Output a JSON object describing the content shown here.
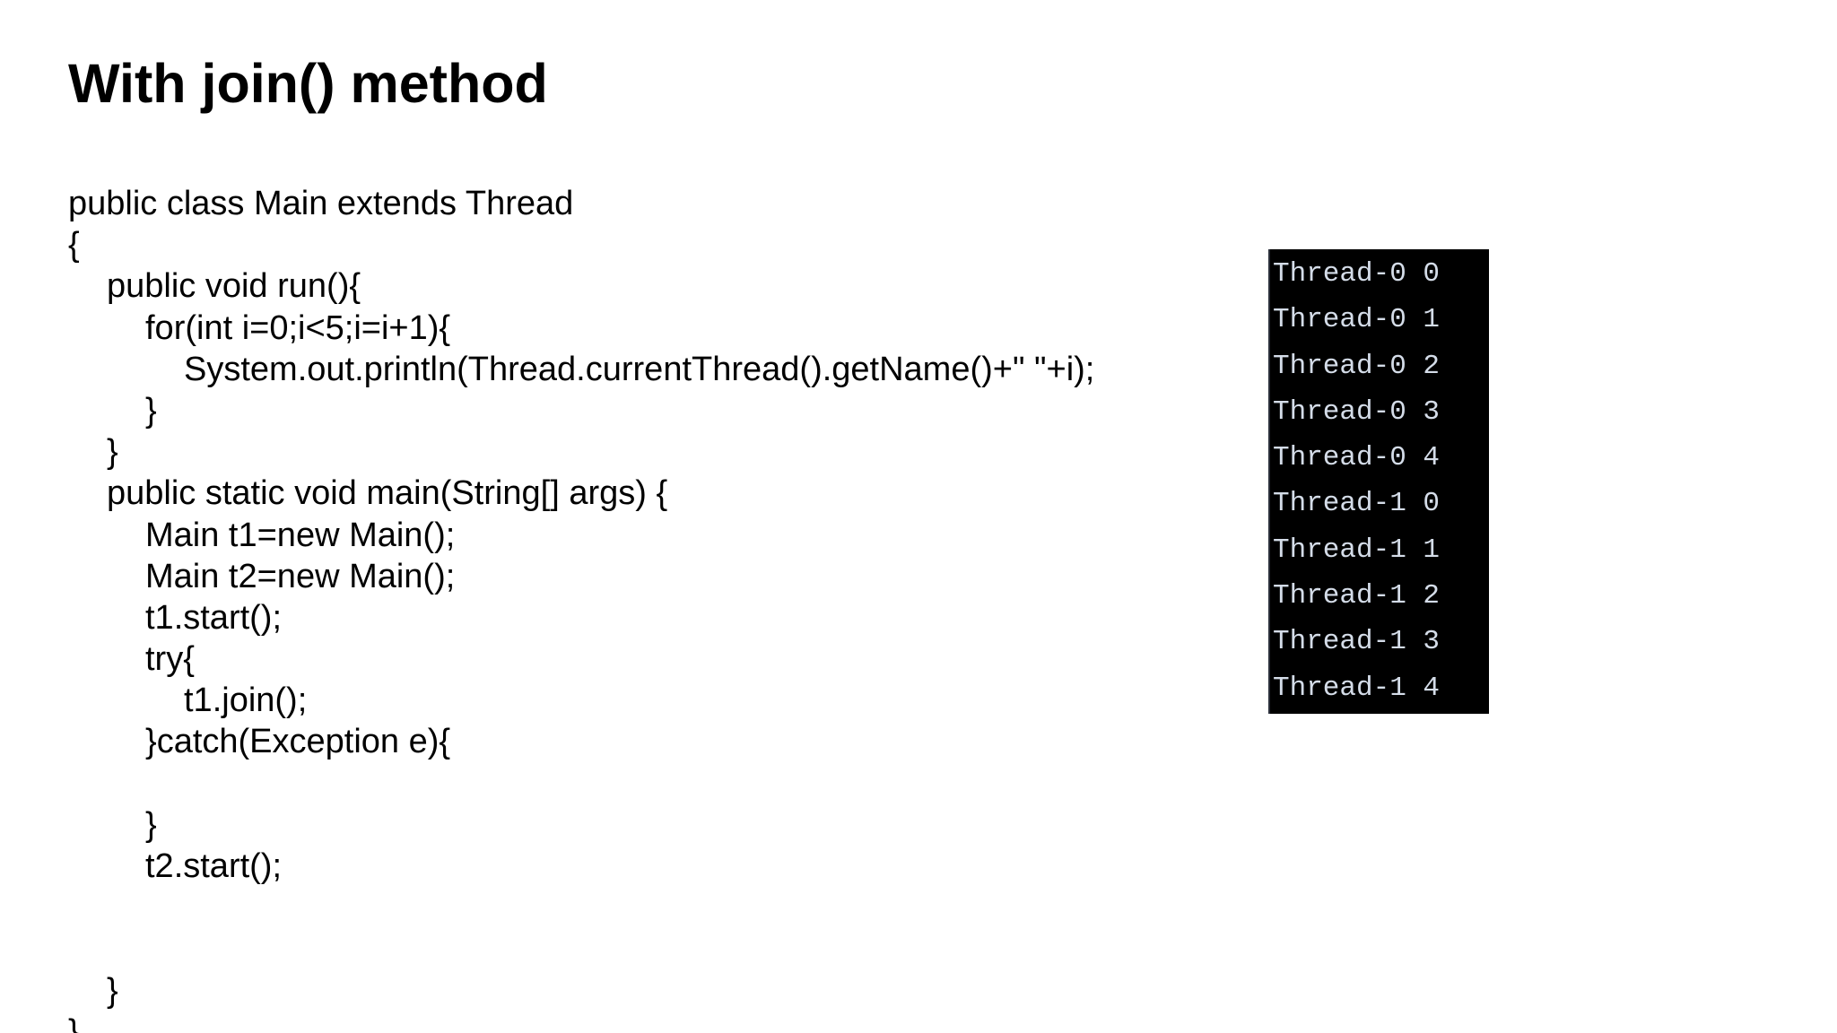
{
  "slide": {
    "title": "With join() method"
  },
  "code": {
    "lines": [
      {
        "text": "public class Main extends Thread",
        "indent": 0
      },
      {
        "text": "{",
        "indent": 0
      },
      {
        "text": "public void run(){",
        "indent": 1
      },
      {
        "text": "for(int i=0;i<5;i=i+1){",
        "indent": 2
      },
      {
        "text": "System.out.println(Thread.currentThread().getName()+\" \"+i);",
        "indent": 3
      },
      {
        "text": "}",
        "indent": 2
      },
      {
        "text": "}",
        "indent": 1
      },
      {
        "text": "public static void main(String[] args) {",
        "indent": 1
      },
      {
        "text": "Main t1=new Main();",
        "indent": 2
      },
      {
        "text": "Main t2=new Main();",
        "indent": 2
      },
      {
        "text": "t1.start();",
        "indent": 2
      },
      {
        "text": "try{",
        "indent": 2
      },
      {
        "text": "t1.join();",
        "indent": 3
      },
      {
        "text": "}catch(Exception e){",
        "indent": 2
      },
      {
        "text": "",
        "indent": 2
      },
      {
        "text": "}",
        "indent": 2
      },
      {
        "text": "t2.start();",
        "indent": 2
      },
      {
        "text": "",
        "indent": 2
      },
      {
        "text": "",
        "indent": 2
      },
      {
        "text": "}",
        "indent": 1
      },
      {
        "text": "}",
        "indent": 0
      }
    ]
  },
  "console": {
    "lines": [
      "Thread-0 0",
      "Thread-0 1",
      "Thread-0 2",
      "Thread-0 3",
      "Thread-0 4",
      "Thread-1 0",
      "Thread-1 1",
      "Thread-1 2",
      "Thread-1 3",
      "Thread-1 4"
    ]
  },
  "colors": {
    "background": "#ffffff",
    "text": "#000000",
    "console_background": "#000000",
    "console_text": "#d4dce8"
  }
}
